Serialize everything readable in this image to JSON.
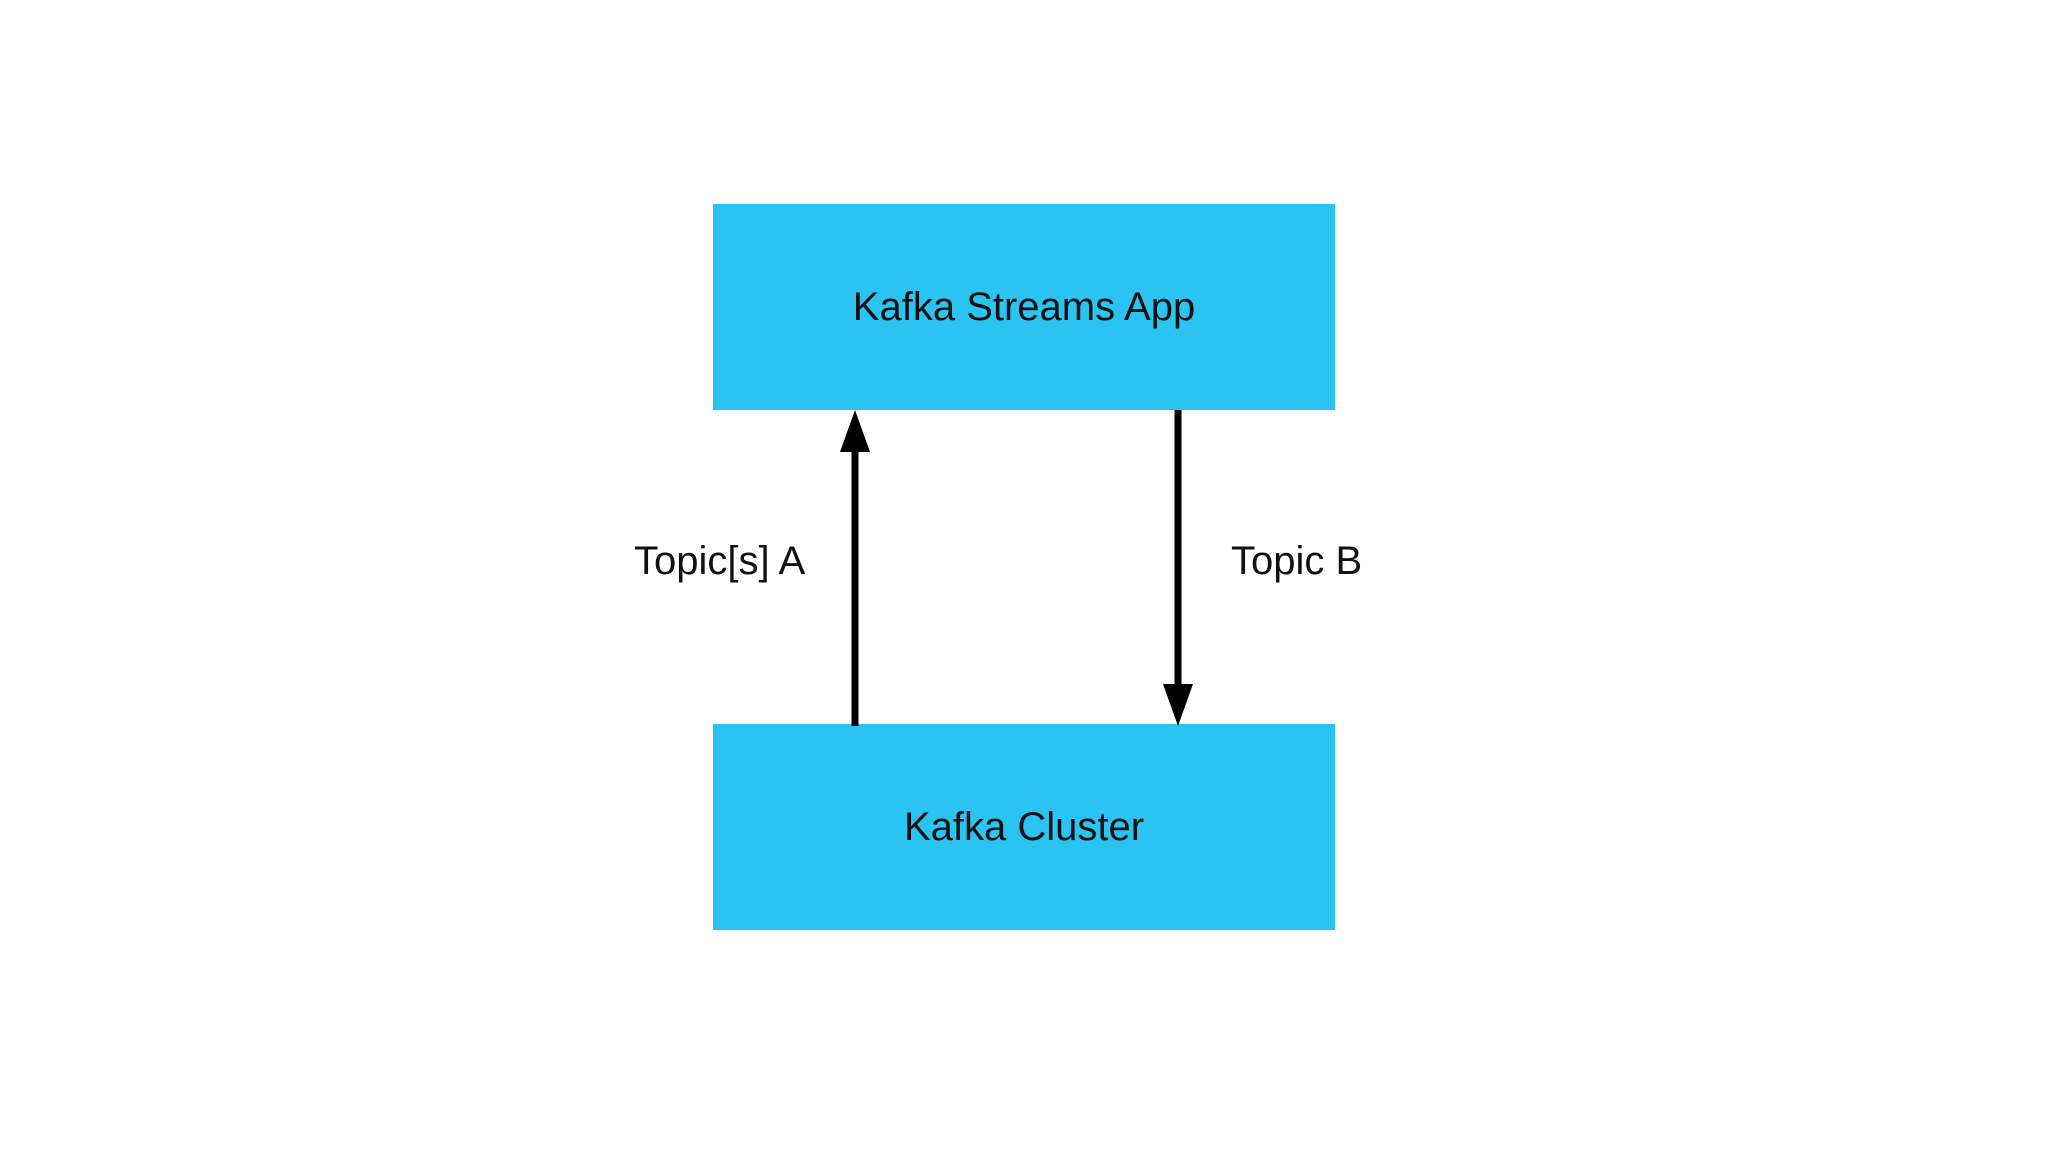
{
  "diagram": {
    "nodes": {
      "streams_app": {
        "label": "Kafka Streams App"
      },
      "cluster": {
        "label": "Kafka Cluster"
      }
    },
    "edges": {
      "topic_a": {
        "label": "Topic[s] A",
        "from": "Kafka Cluster",
        "to": "Kafka Streams App"
      },
      "topic_b": {
        "label": "Topic B",
        "from": "Kafka Streams App",
        "to": "Kafka Cluster"
      }
    }
  },
  "colors": {
    "box_fill": "#2bc4f2",
    "arrow": "#000000",
    "text": "#111111",
    "background": "#ffffff"
  }
}
